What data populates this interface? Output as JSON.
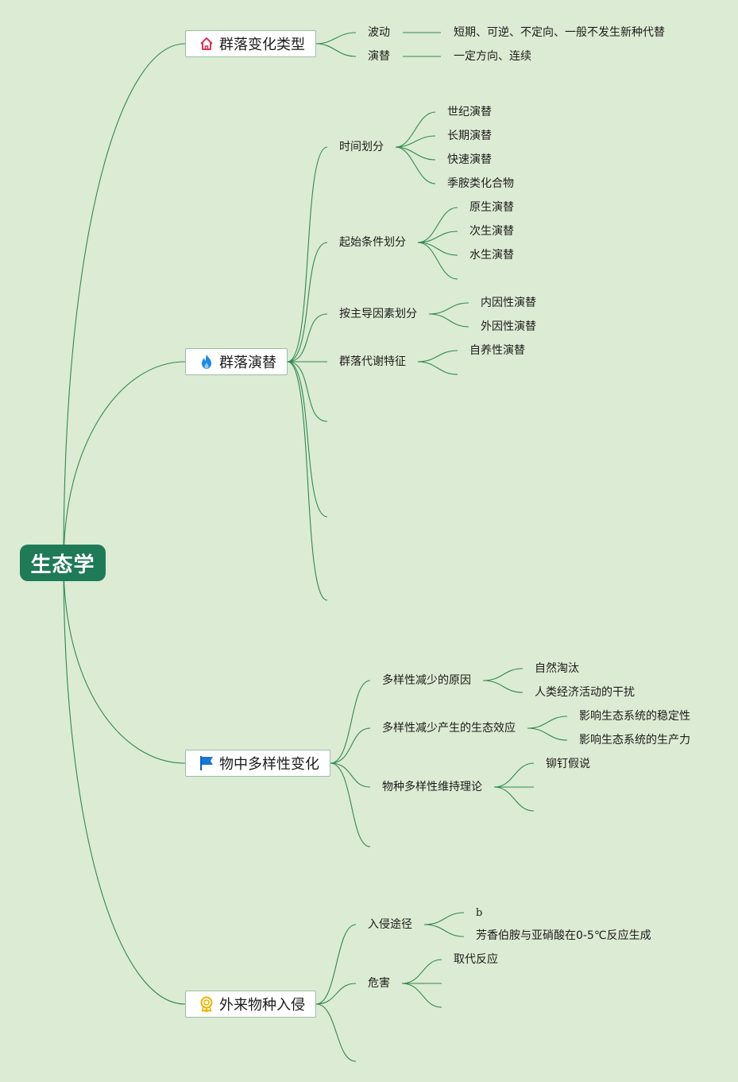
{
  "root": "生态学",
  "b1": {
    "title": "群落变化类型",
    "icon": "home-icon",
    "children": [
      {
        "label": "波动",
        "detail": "短期、可逆、不定向、一般不发生新种代替"
      },
      {
        "label": "演替",
        "detail": "一定方向、连续"
      }
    ]
  },
  "b2": {
    "title": "群落演替",
    "icon": "flame-icon",
    "groups": [
      {
        "label": "时间划分",
        "items": [
          "世纪演替",
          "长期演替",
          "快速演替",
          "季胺类化合物"
        ]
      },
      {
        "label": "起始条件划分",
        "items": [
          "原生演替",
          "次生演替",
          "水生演替"
        ]
      },
      {
        "label": "按主导因素划分",
        "items": [
          "内因性演替",
          "外因性演替"
        ]
      },
      {
        "label": "群落代谢特征",
        "items": [
          "自养性演替"
        ]
      }
    ]
  },
  "b3": {
    "title": "物中多样性变化",
    "icon": "flag-icon",
    "groups": [
      {
        "label": "多样性减少的原因",
        "items": [
          "自然淘汰",
          "人类经济活动的干扰"
        ]
      },
      {
        "label": "多样性减少产生的生态效应",
        "items": [
          "影响生态系统的稳定性",
          "影响生态系统的生产力"
        ]
      },
      {
        "label": "物种多样性维持理论",
        "items": [
          "铆钉假说"
        ]
      }
    ]
  },
  "b4": {
    "title": "外来物种入侵",
    "icon": "award-icon",
    "groups": [
      {
        "label": "入侵途径",
        "items": [
          "b",
          "芳香伯胺与亚硝酸在0-5℃反应生成"
        ]
      },
      {
        "label": "危害",
        "items": [
          "取代反应"
        ]
      }
    ]
  },
  "colors": {
    "background": "#dcebd3",
    "line": "#2f8a4e",
    "root": "#1f7a57"
  }
}
